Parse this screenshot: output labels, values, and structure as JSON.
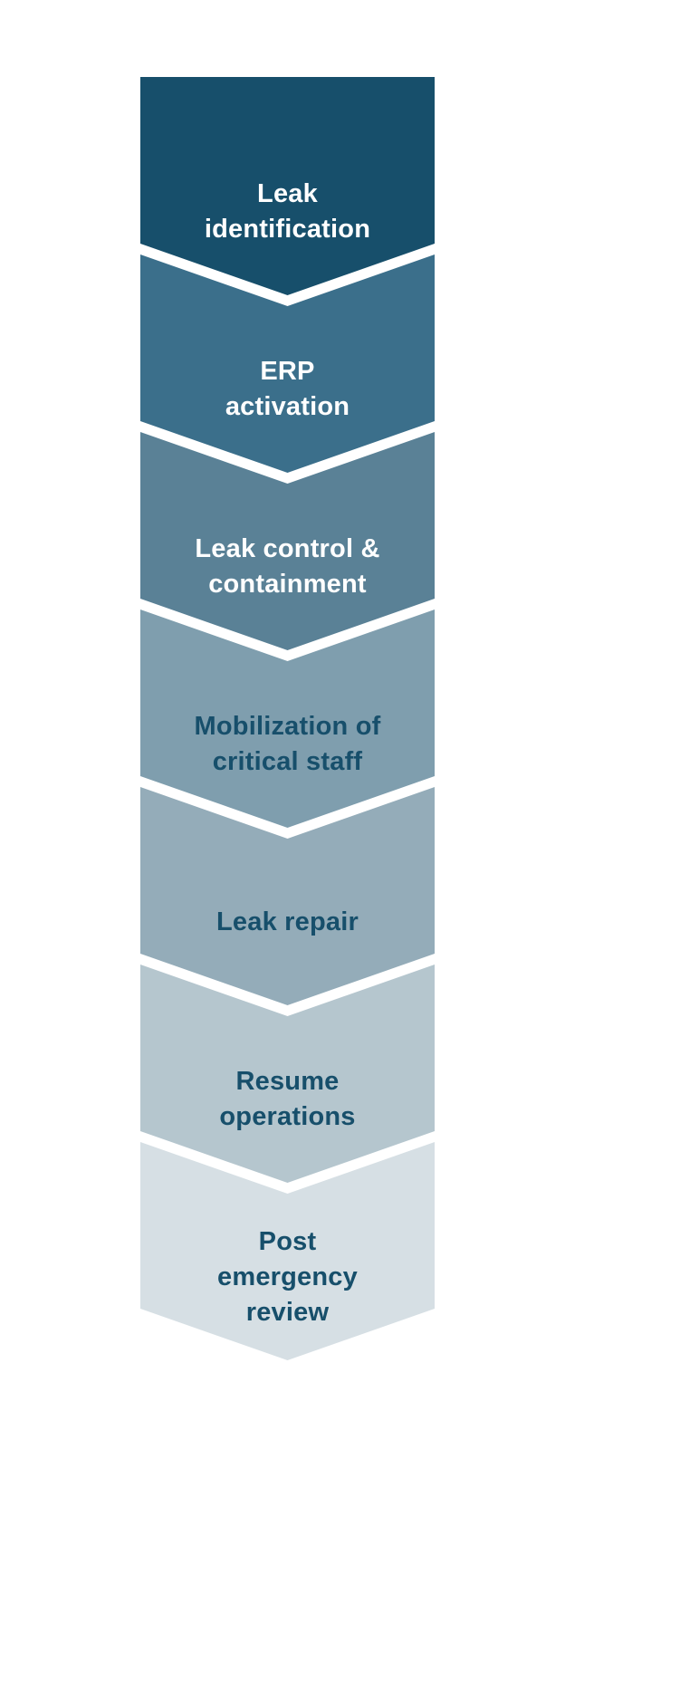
{
  "page": {
    "background_color": "#ffffff"
  },
  "diagram": {
    "type": "vertical-chevron-process-flow",
    "step_count": 7,
    "steps": [
      {
        "id": "leak-identification",
        "label": "Leak\nidentification",
        "fill": "#174f6b",
        "text_color": "#ffffff"
      },
      {
        "id": "erp-activation",
        "label": "ERP\nactivation",
        "fill": "#3b6f8b",
        "text_color": "#ffffff"
      },
      {
        "id": "leak-control-containment",
        "label": "Leak control &\ncontainment",
        "fill": "#5a8196",
        "text_color": "#ffffff"
      },
      {
        "id": "mobilization-of-critical-staff",
        "label": "Mobilization of\ncritical staff",
        "fill": "#7f9eae",
        "text_color": "#174f6b"
      },
      {
        "id": "leak-repair",
        "label": "Leak repair",
        "fill": "#94acb9",
        "text_color": "#174f6b"
      },
      {
        "id": "resume-operations",
        "label": "Resume\noperations",
        "fill": "#b5c6ce",
        "text_color": "#174f6b"
      },
      {
        "id": "post-emergency-review",
        "label": "Post\nemergency\nreview",
        "fill": "#d6dfe4",
        "text_color": "#174f6b"
      }
    ]
  }
}
